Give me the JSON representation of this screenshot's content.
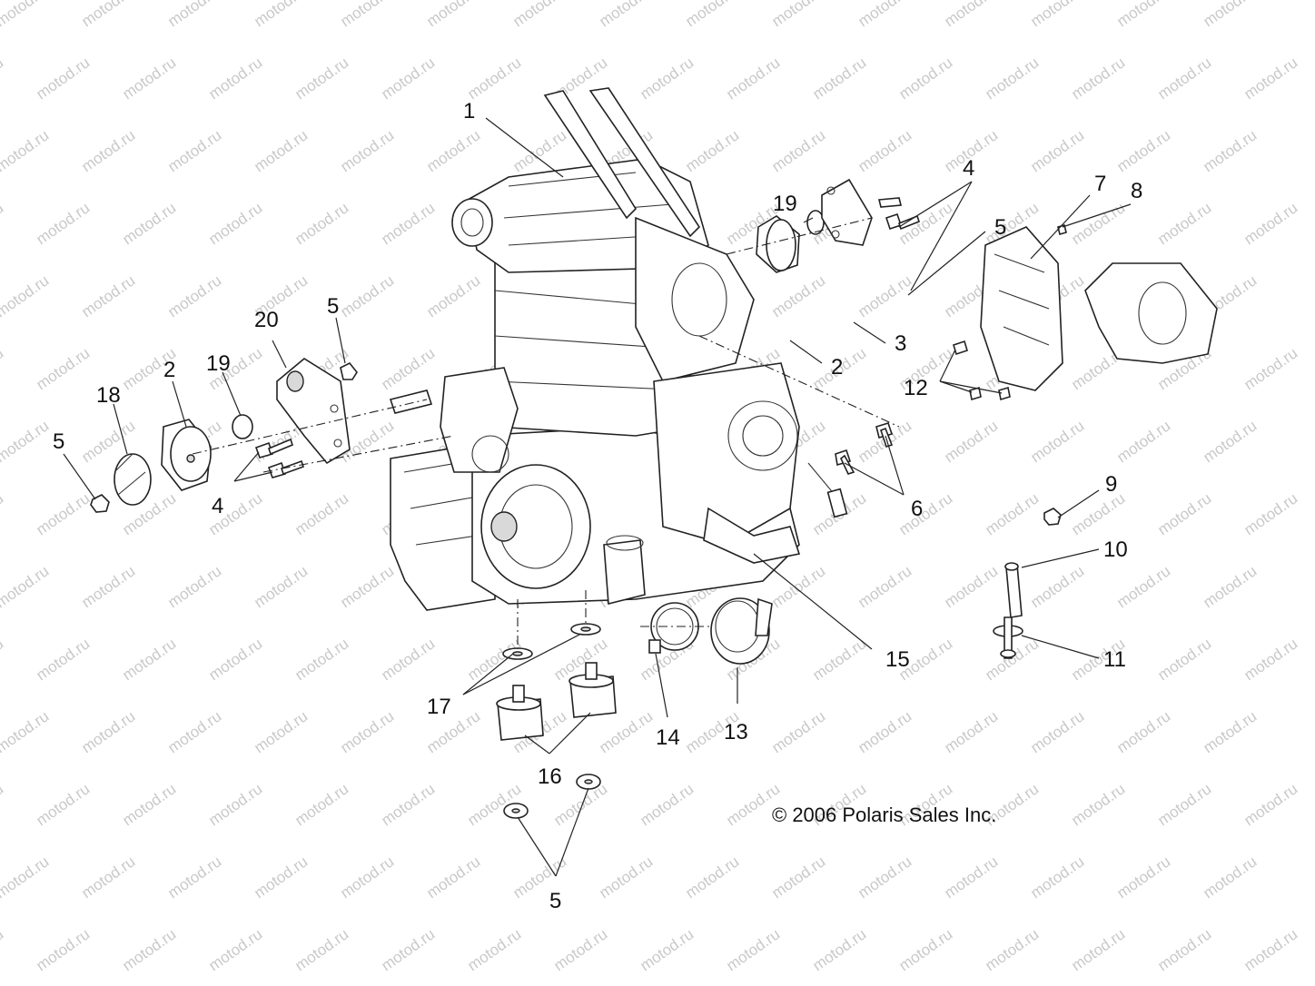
{
  "watermark": "motod.ru",
  "copyright": "© 2006 Polaris Sales Inc.",
  "callouts": {
    "c1": "1",
    "c2a": "2",
    "c2b": "2",
    "c3": "3",
    "c4a": "4",
    "c4b": "4",
    "c5a": "5",
    "c5b": "5",
    "c5c": "5",
    "c5d": "5",
    "c6": "6",
    "c7": "7",
    "c8": "8",
    "c9": "9",
    "c10": "10",
    "c11": "11",
    "c12": "12",
    "c13": "13",
    "c14": "14",
    "c15": "15",
    "c16": "16",
    "c17": "17",
    "c18": "18",
    "c19a": "19",
    "c19b": "19",
    "c20": "20"
  }
}
